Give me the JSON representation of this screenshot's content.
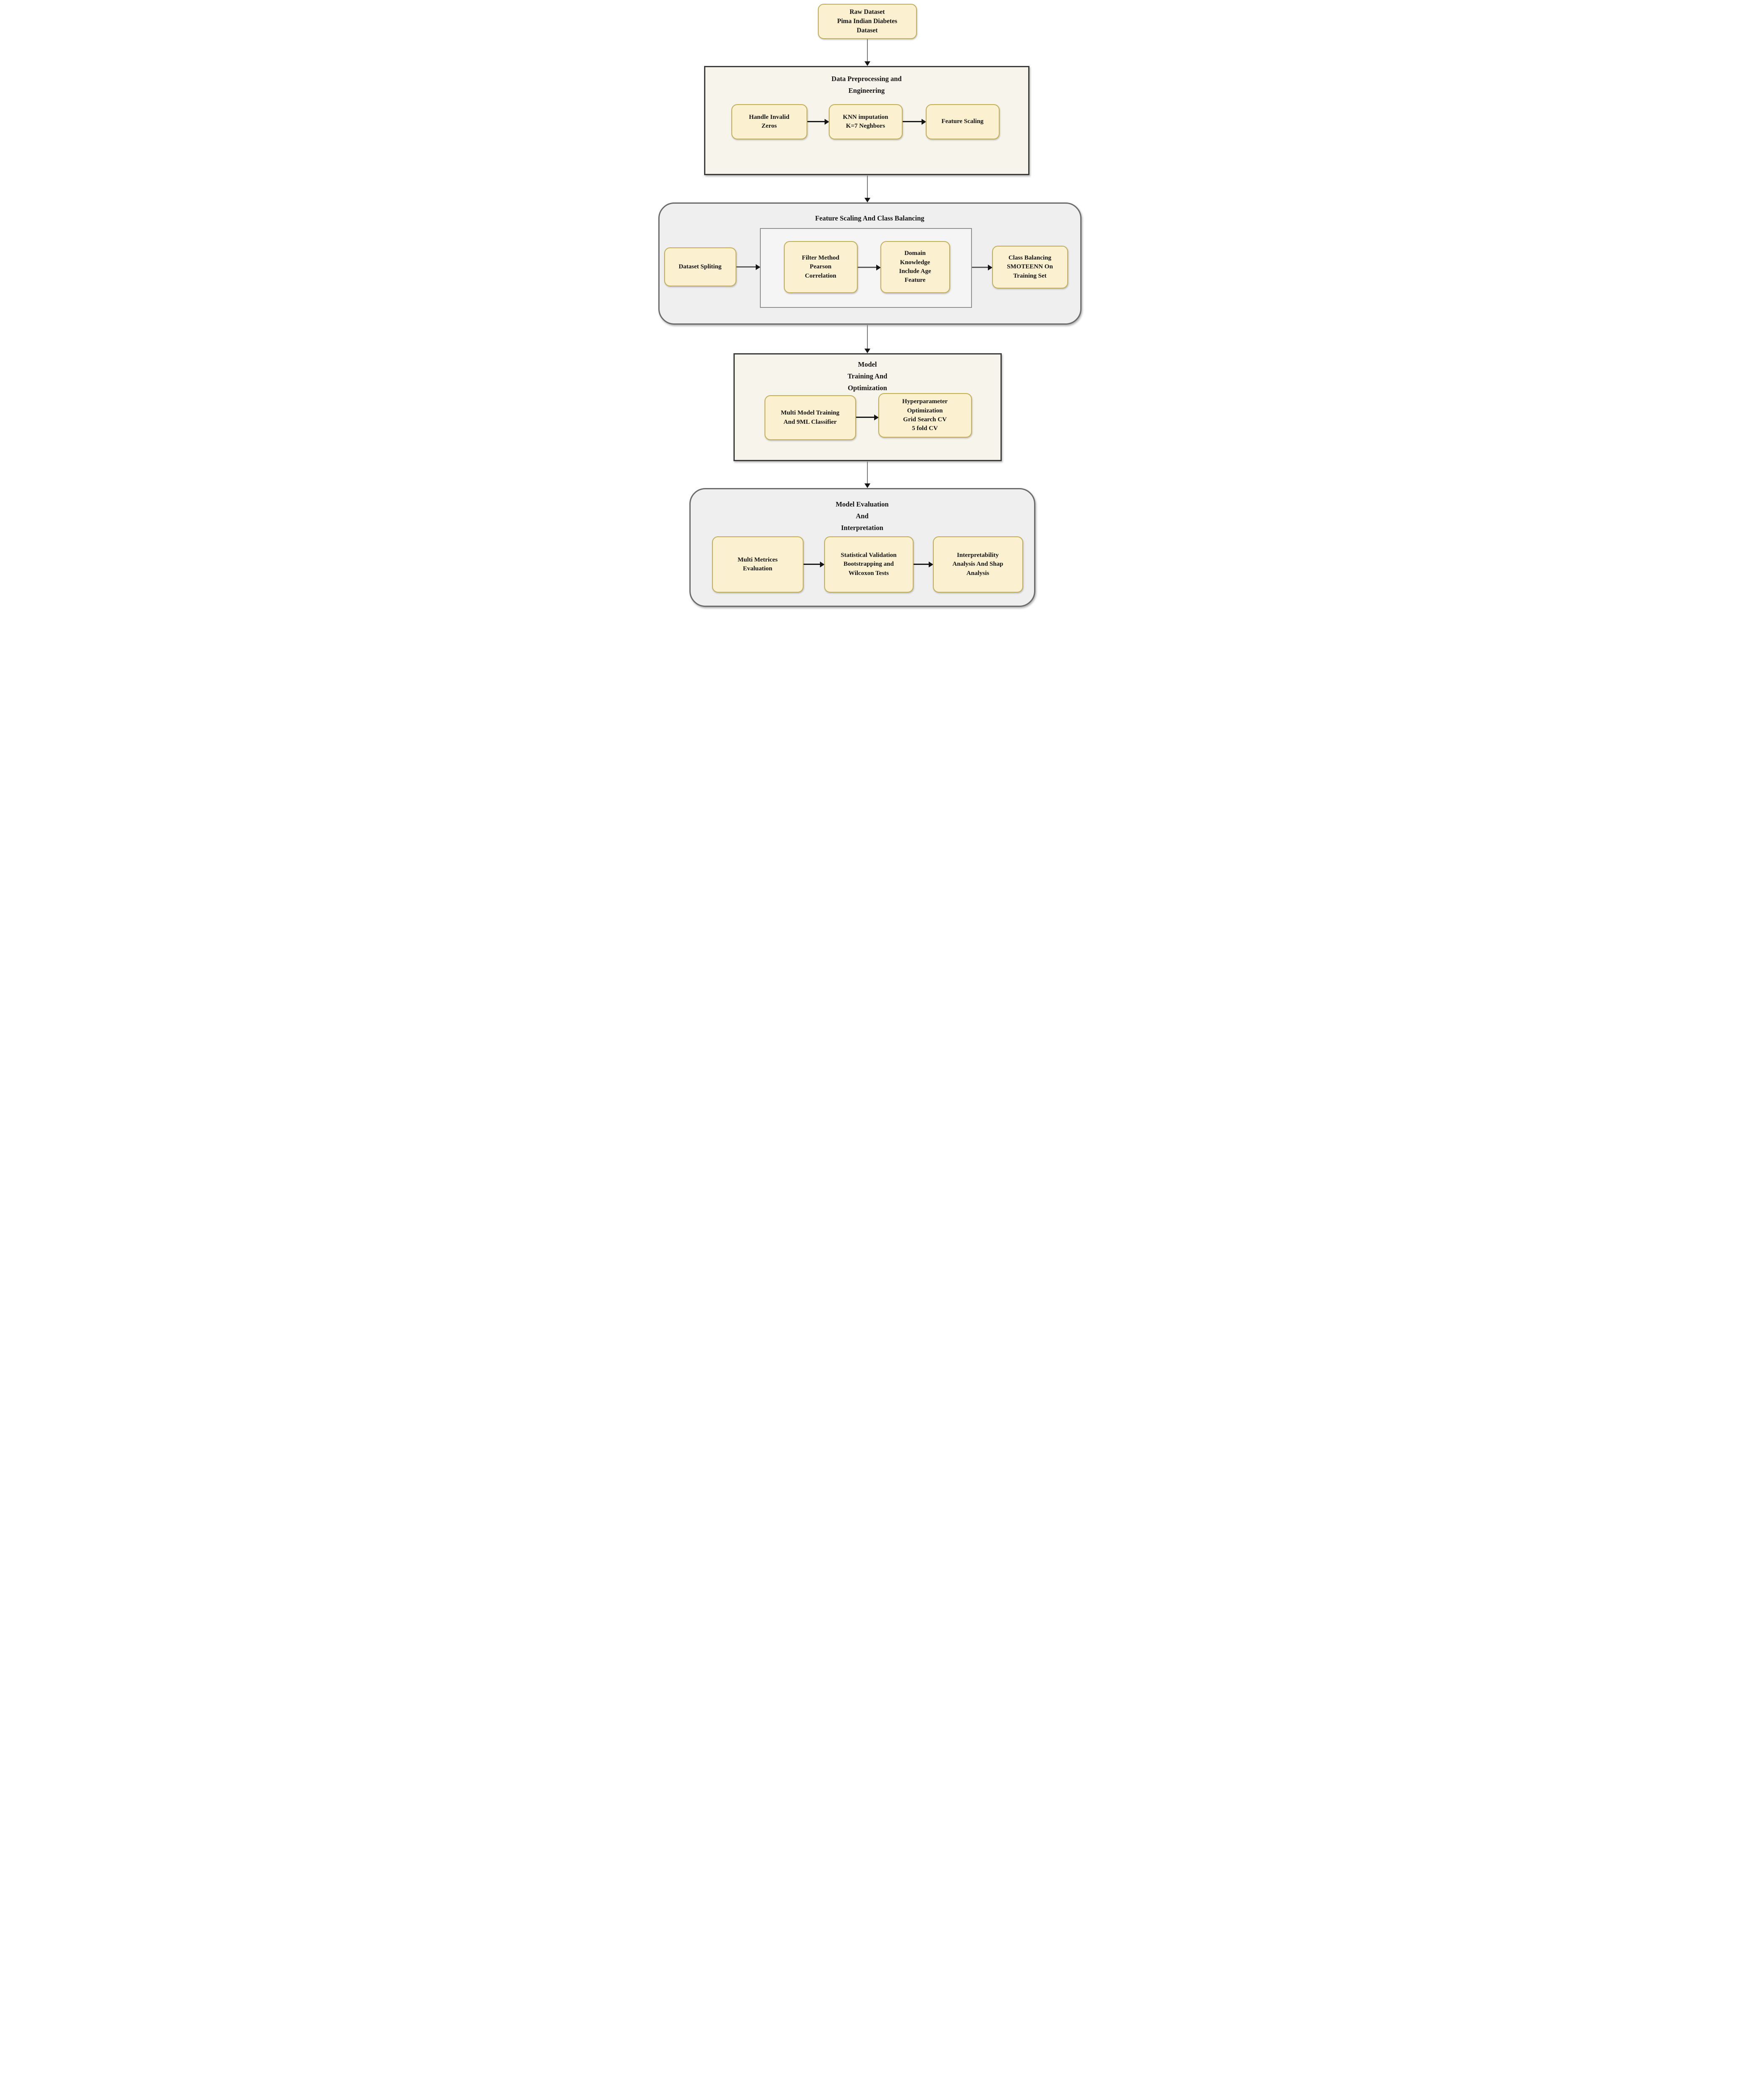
{
  "flowchart": {
    "start_node": {
      "label": "Raw Dataset\nPima Indian Diabetes\nDataset"
    },
    "sections": [
      {
        "title": "Data Preprocessing and\nEngineering",
        "steps": [
          {
            "label": "Handle Invalid\nZeros"
          },
          {
            "label": "KNN imputation\nK=7 Neghbors"
          },
          {
            "label": "Feature Scaling"
          }
        ]
      },
      {
        "title": "Feature Scaling And Class Balancing",
        "steps": [
          {
            "label": "Dataset Spliting"
          },
          {
            "label": "Filter Method\nPearson\nCorrelation"
          },
          {
            "label": "Domain\nKnowledge\nInclude Age\nFeature"
          },
          {
            "label": "Class Balancing\nSMOTEENN On\nTraining Set"
          }
        ]
      },
      {
        "title": "Model\nTraining And\nOptimization",
        "steps": [
          {
            "label": "Multi Model Training\nAnd 9ML Classifier"
          },
          {
            "label": "Hyperparameter\nOptimization\nGrid Search CV\n5 fold CV"
          }
        ]
      },
      {
        "title": "Model Evaluation\nAnd\nInterpretation",
        "steps": [
          {
            "label": "Multi Metrices\nEvaluation"
          },
          {
            "label": "Statistical Validation\nBootstrapping and\nWilcoxon Tests"
          },
          {
            "label": "Interpretability\nAnalysis And Shap\nAnalysis"
          }
        ]
      }
    ],
    "colors": {
      "node_fill": "#FBF0D0",
      "node_border": "#C2AE58",
      "panel_fill": "#F7F4EB",
      "panel_border": "#3B3B39",
      "group_fill": "#EFEFEF",
      "group_border": "#6B6B6B",
      "inner_rect_fill": "#F5F5F5",
      "inner_rect_border": "#8F8F8F",
      "arrow_line": "#1A1A1A",
      "connector_line": "#7B7B7B",
      "arrow_head": "#141414"
    }
  }
}
